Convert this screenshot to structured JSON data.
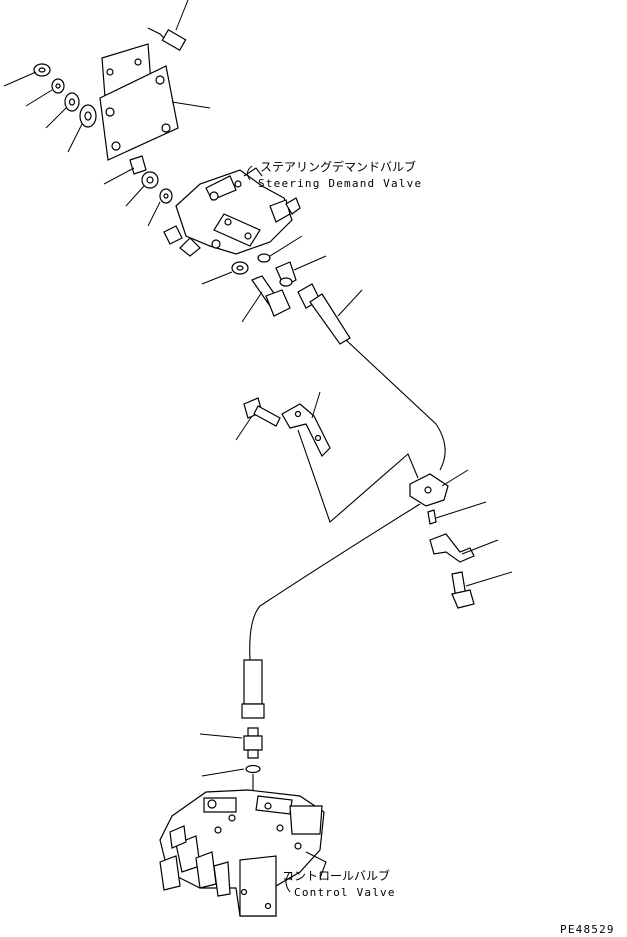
{
  "labels": {
    "steering_jp": "ステアリングデマンドバルブ",
    "steering_en": "Steering Demand Valve",
    "control_jp": "コントロールバルブ",
    "control_en": "Control Valve",
    "part_number": "PE48529"
  }
}
